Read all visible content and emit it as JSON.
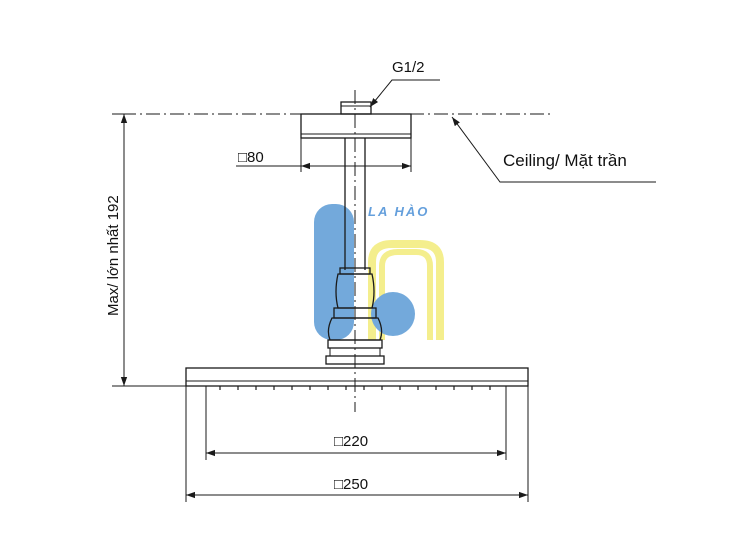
{
  "labels": {
    "thread": "G1/2",
    "ceiling": "Ceiling/ Mặt trần",
    "flange_size": "□80",
    "height": "Max/ lớn nhất 192",
    "inner_width": "□220",
    "outer_width": "□250"
  },
  "watermark": {
    "text": "LA HÀO",
    "colors": {
      "blue": "#5b9bd5",
      "yellow": "#f3ec7a",
      "text": "#4a8fd6"
    }
  }
}
